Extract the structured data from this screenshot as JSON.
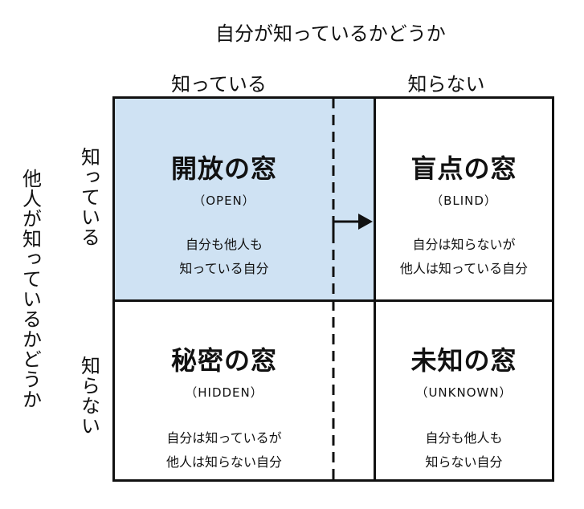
{
  "diagram": {
    "title_top": "自分が知っているかどうか",
    "title_left": "他人が知っているかどうか",
    "columns": [
      "知っている",
      "知らない"
    ],
    "rows": [
      "知っている",
      "知らない"
    ],
    "open_color": "#cfe2f3",
    "windows": {
      "open": {
        "title": "開放の窓",
        "subtitle": "（OPEN）",
        "desc_line1": "自分も他人も",
        "desc_line2": "知っている自分"
      },
      "blind": {
        "title": "盲点の窓",
        "subtitle": "（BLIND）",
        "desc_line1": "自分は知らないが",
        "desc_line2": "他人は知っている自分"
      },
      "hidden": {
        "title": "秘密の窓",
        "subtitle": "（HIDDEN）",
        "desc_line1": "自分は知っているが",
        "desc_line2": "他人は知らない自分"
      },
      "unknown": {
        "title": "未知の窓",
        "subtitle": "（UNKNOWN）",
        "desc_line1": "自分も他人も",
        "desc_line2": "知らない自分"
      }
    }
  }
}
